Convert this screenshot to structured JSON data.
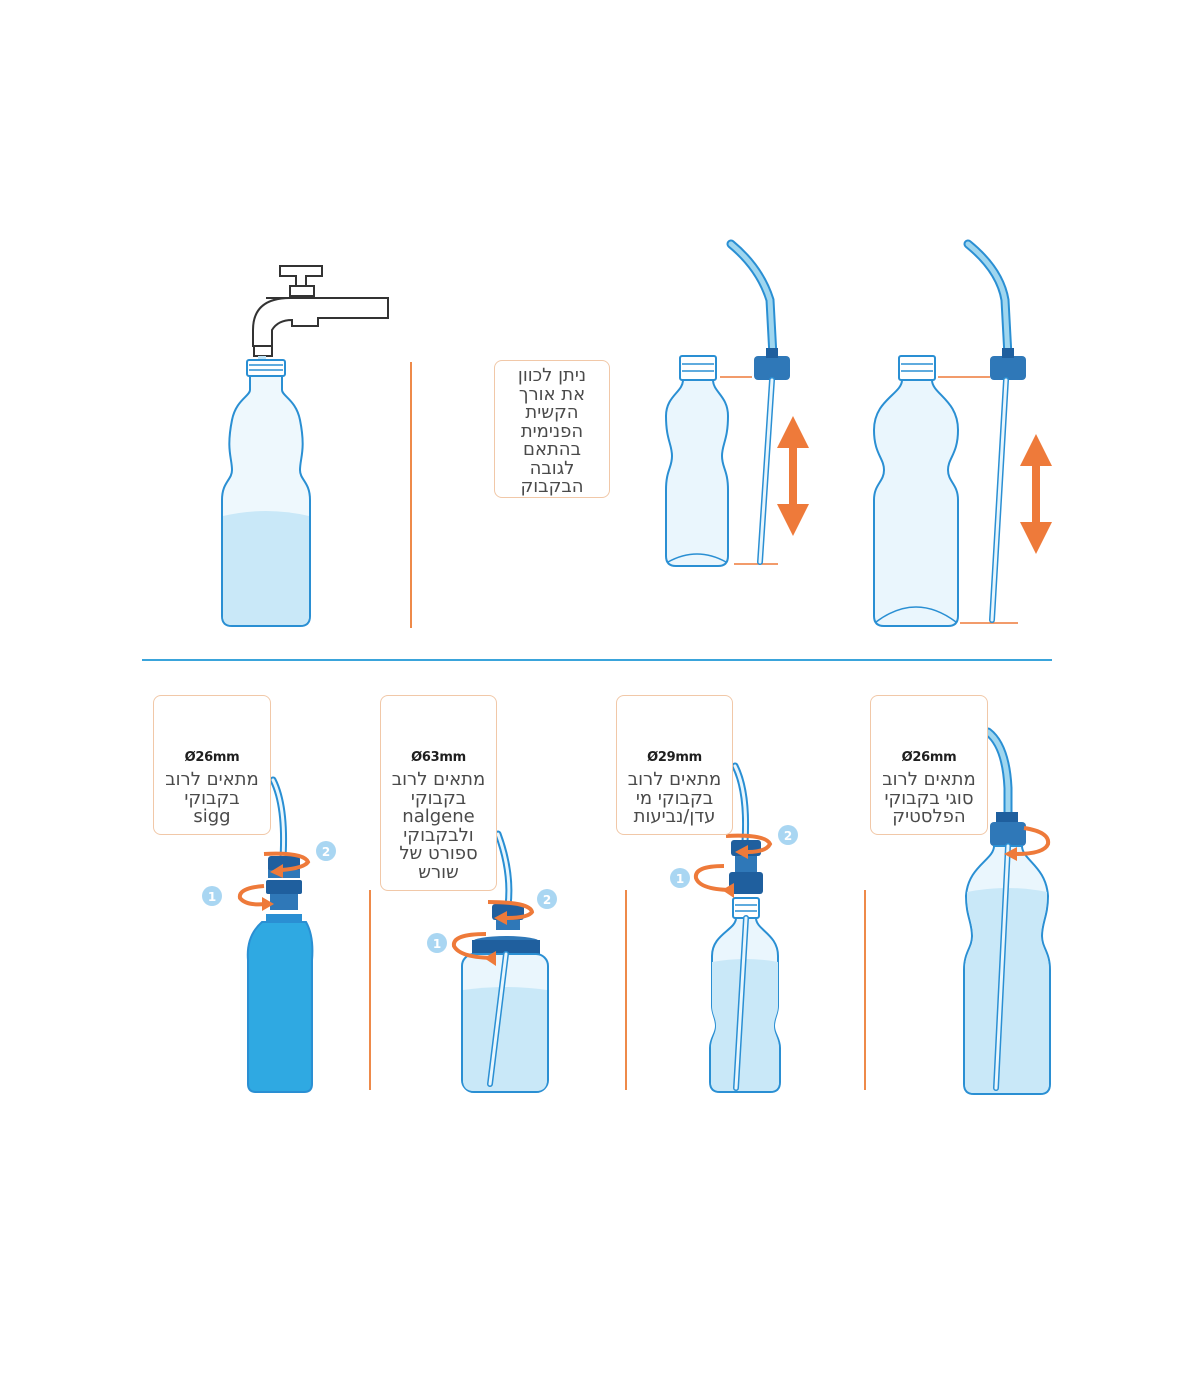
{
  "top_note": {
    "lines": [
      "ניתן לכוון",
      "את אורך",
      "הקשית",
      "הפנימית",
      "בהתאם",
      "לגובה",
      "הבקבוק"
    ]
  },
  "adapters": [
    {
      "size": "Ø26mm",
      "lines": [
        "מתאים לרוב",
        "בקבוקי",
        "sigg"
      ]
    },
    {
      "size": "Ø63mm",
      "lines": [
        "מתאים לרוב",
        "בקבוקי",
        "nalgene",
        "ולבקבוקי",
        "ספורט של",
        "שורש"
      ]
    },
    {
      "size": "Ø29mm",
      "lines": [
        "מתאים לרוב",
        "בקבוקי מי",
        "עדן/נביעות"
      ]
    },
    {
      "size": "Ø26mm",
      "lines": [
        "מתאים לרוב",
        "סוגי בקבוקי",
        "הפלסטיק"
      ]
    }
  ],
  "step_badges": [
    "1",
    "2"
  ],
  "colors": {
    "outline": "#2a8fd3",
    "water": "#c9e8f8",
    "bottle_fill": "#eaf6fd",
    "sigg_fill": "#2fa9e2",
    "adapter_dark": "#1f5f9e",
    "adapter_mid": "#2f78b8",
    "arrow_orange": "#ee7a3a",
    "divider_orange": "#ee8a4a",
    "divider_blue": "#3aa4db",
    "badge": "#a9d6f2",
    "straw": "#9fd6ef"
  }
}
